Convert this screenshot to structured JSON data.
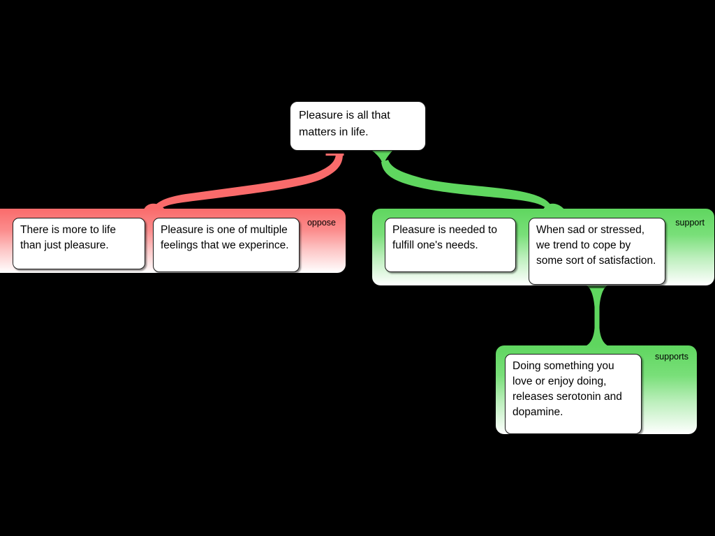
{
  "diagram": {
    "type": "argument-map",
    "background_color": "#000000",
    "root": {
      "text": "Pleasure is all that matters in life."
    },
    "groups": [
      {
        "id": "oppose",
        "label": "oppose",
        "relation": "oppose",
        "accent_color": "#fa6b6b",
        "cards": [
          {
            "text": "There is more to life than just pleasure."
          },
          {
            "text": "Pleasure is one of multiple feelings that we experince."
          }
        ]
      },
      {
        "id": "support",
        "label": "support",
        "relation": "support",
        "accent_color": "#5fd65f",
        "cards": [
          {
            "text": "Pleasure is needed to fulfill one's needs."
          },
          {
            "text": "When sad or stressed, we trend to cope by some sort of satisfaction."
          }
        ]
      },
      {
        "id": "supports",
        "label": "supports",
        "relation": "supports",
        "accent_color": "#5fd65f",
        "cards": [
          {
            "text": "Doing something you love or enjoy doing, releases serotonin and dopamine."
          }
        ]
      }
    ],
    "connectors": [
      {
        "id": "root-to-oppose",
        "from": "root",
        "to": "oppose",
        "color": "#fa6b6b"
      },
      {
        "id": "root-to-support",
        "from": "root",
        "to": "support",
        "color": "#5fd65f"
      },
      {
        "id": "support-to-supports",
        "from": "support",
        "to": "supports",
        "color": "#5fd65f"
      }
    ]
  }
}
